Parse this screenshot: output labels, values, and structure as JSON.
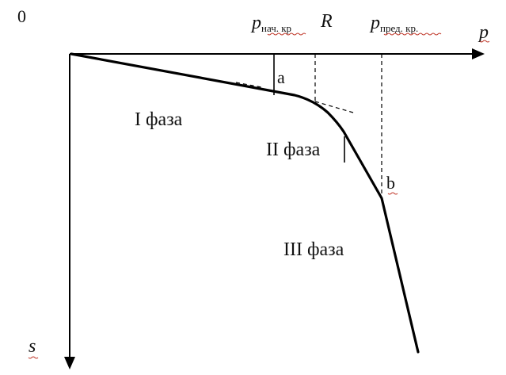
{
  "origin_label": "0",
  "axes": {
    "x_label": "p",
    "y_label": "s",
    "x_sub": "..",
    "y_sub": ".."
  },
  "markers": {
    "p_start": {
      "symbol": "p",
      "subscript": "нач. кр"
    },
    "r": {
      "symbol": "R"
    },
    "p_limit": {
      "symbol": "p",
      "subscript": "пред. кр."
    }
  },
  "points": {
    "a": "a",
    "b": "b"
  },
  "phases": {
    "phase1": "I фаза",
    "phase2": "II фаза",
    "phase3": "III фаза"
  },
  "colors": {
    "line": "#000000",
    "spellcheck_underline": "#c0392b"
  }
}
